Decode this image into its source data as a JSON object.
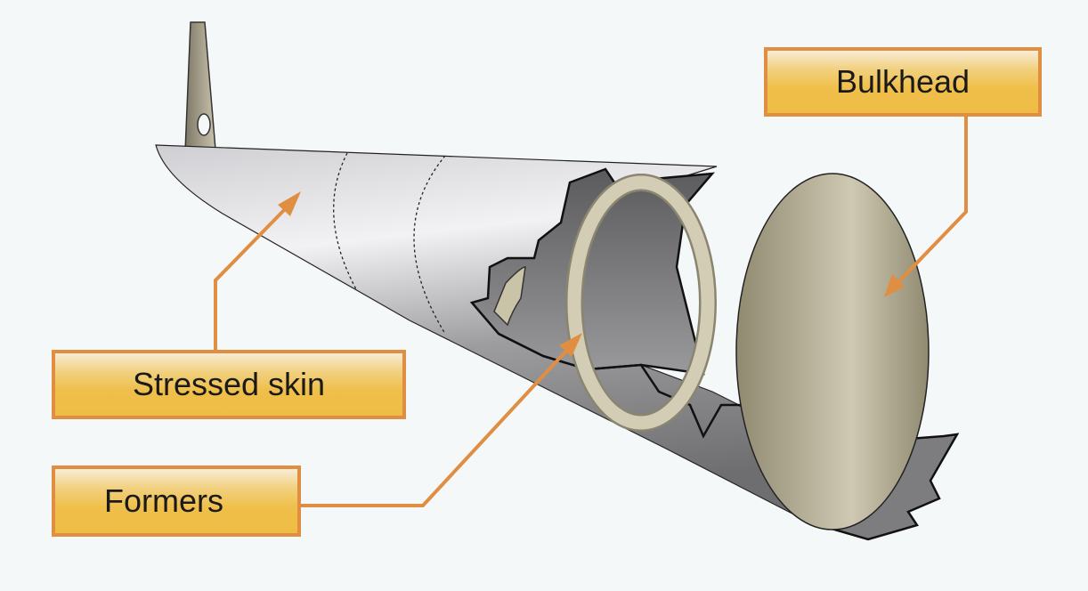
{
  "title": "Semimonocoque fuselage construction",
  "labels": {
    "bulkhead": "Bulkhead",
    "stressed_skin": "Stressed skin",
    "formers": "Formers"
  },
  "colors": {
    "label_border": "#e08f42",
    "label_fill": "#efbd45",
    "arrow": "#e08f42",
    "bulkhead": "#b9b29c",
    "former": "#c9c3a8",
    "background": "#f5f8f9"
  }
}
